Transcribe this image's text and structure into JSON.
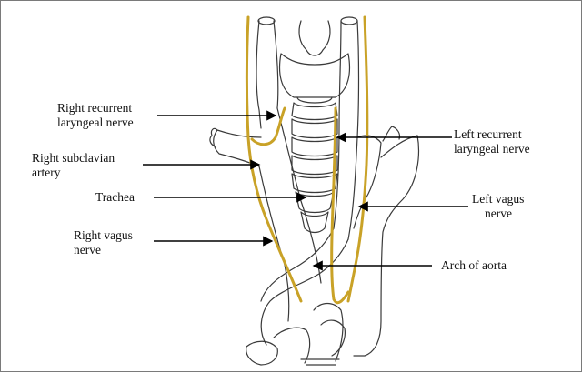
{
  "figure": {
    "labels": {
      "right_recurrent_laryngeal_nerve": [
        "Right recurrent",
        "laryngeal nerve"
      ],
      "right_subclavian_artery": [
        "Right subclavian",
        "artery"
      ],
      "trachea": [
        "Trachea"
      ],
      "right_vagus_nerve": [
        "Right vagus",
        "nerve"
      ],
      "left_recurrent_laryngeal_nerve": [
        "Left recurrent",
        "laryngeal nerve"
      ],
      "left_vagus_nerve": [
        "Left vagus",
        "nerve"
      ],
      "arch_of_aorta": [
        "Arch of aorta"
      ]
    },
    "colors": {
      "nerve": "#c9a227",
      "outline": "#3a3a3a",
      "arrow": "#000000",
      "frame": "#7a7a7a"
    }
  }
}
